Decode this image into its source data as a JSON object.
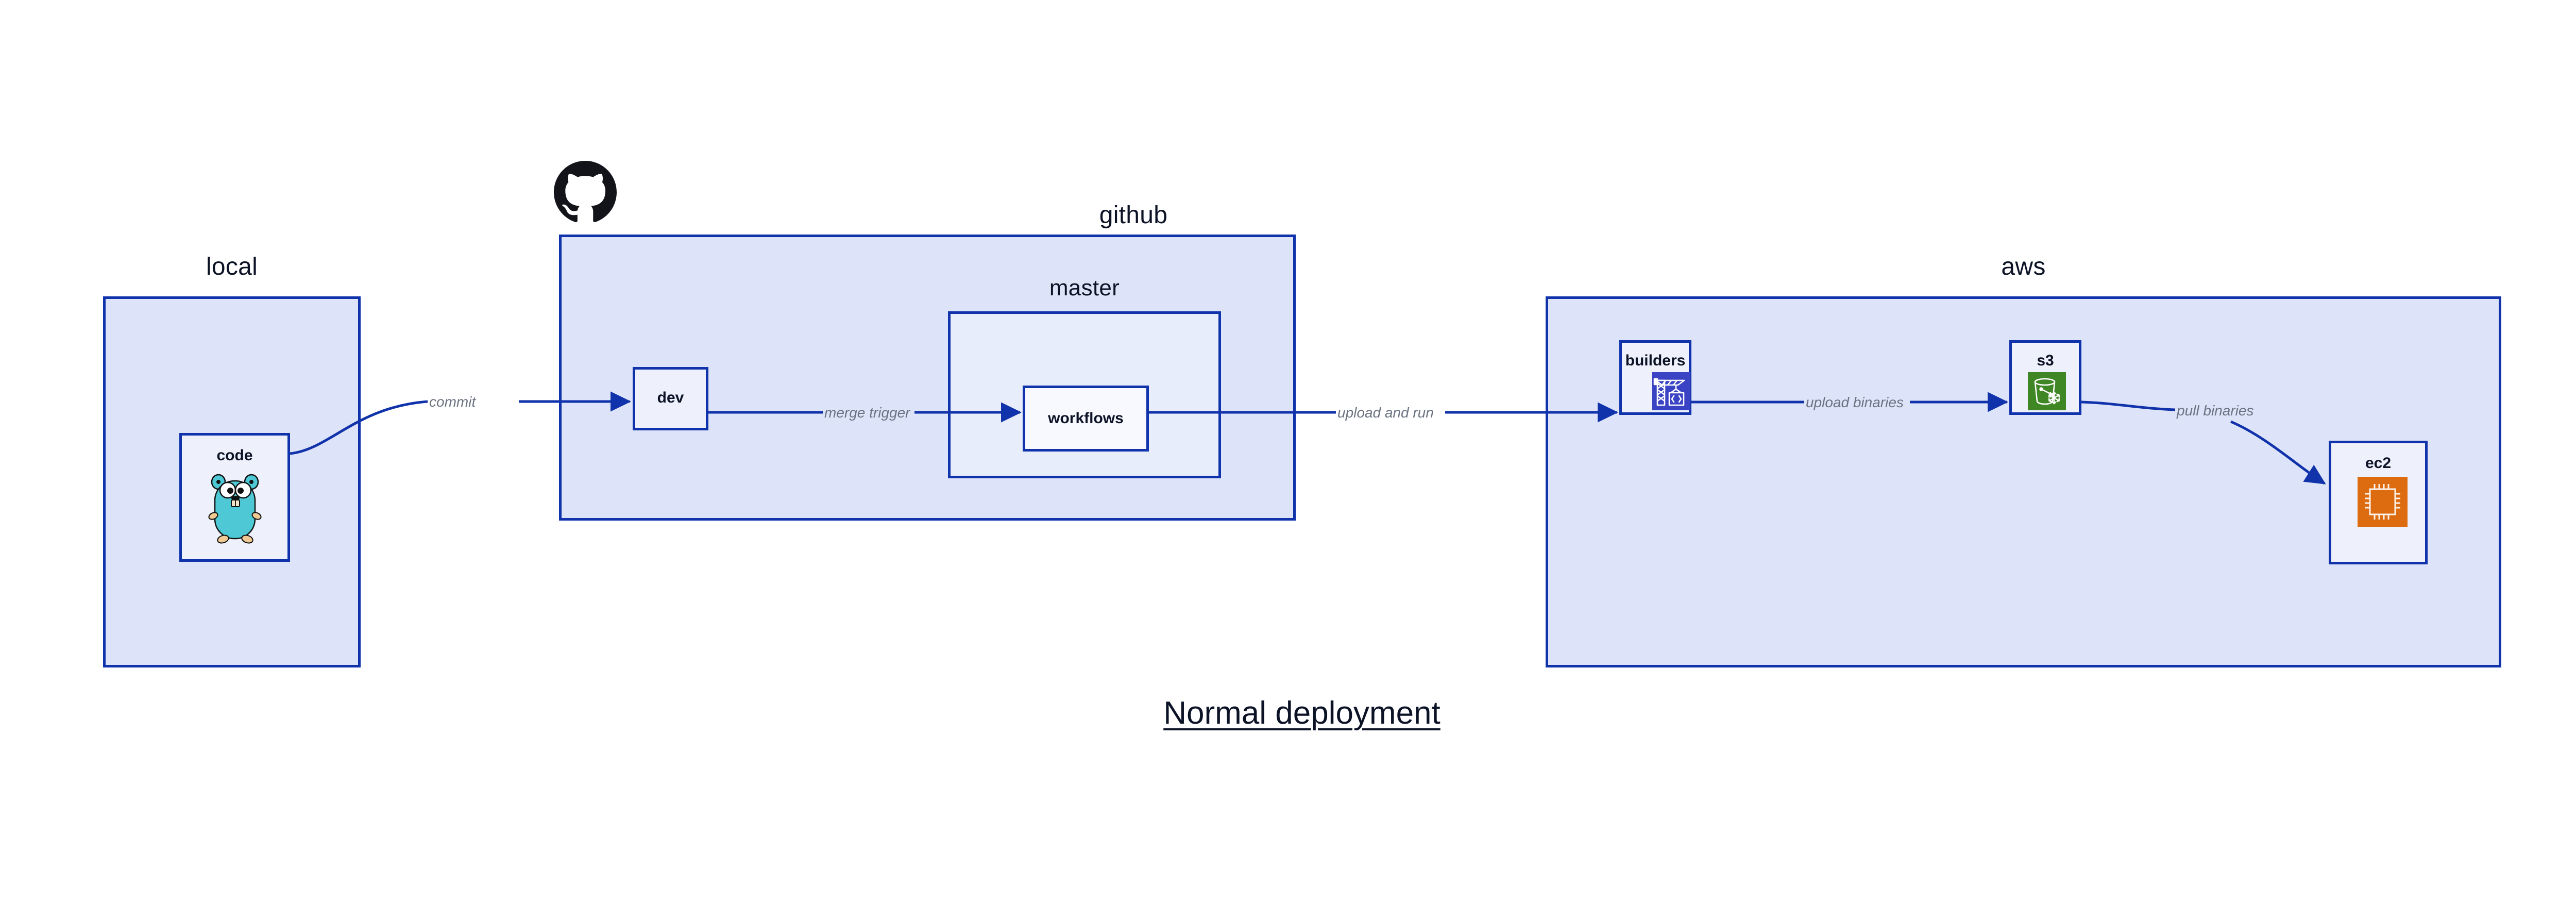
{
  "diagram": {
    "title": "Normal deployment",
    "background": "#ffffff",
    "accent_border": "#1032ab",
    "zone_fill": "#dde3f8",
    "subzone_fill": "#e8edfb",
    "node_fill": "#eef1fc",
    "label_color": "#6b7280",
    "text_color": "#0d1326"
  },
  "zones": {
    "local": {
      "label": "local"
    },
    "github": {
      "label": "github"
    },
    "master": {
      "label": "master"
    },
    "aws": {
      "label": "aws"
    }
  },
  "nodes": {
    "code": {
      "label": "code",
      "icon": "go-gopher-icon"
    },
    "dev": {
      "label": "dev",
      "icon": "none"
    },
    "workflows": {
      "label": "workflows",
      "icon": "none"
    },
    "builders": {
      "label": "builders",
      "icon": "aws-builders-crane-icon",
      "icon_color": "#3a43c4"
    },
    "s3": {
      "label": "s3",
      "icon": "aws-s3-bucket-icon",
      "icon_color": "#3f8624"
    },
    "ec2": {
      "label": "ec2",
      "icon": "aws-ec2-chip-icon",
      "icon_color": "#dd6b10"
    }
  },
  "edges": [
    {
      "id": "commit",
      "label": "commit",
      "from": "code",
      "to": "dev"
    },
    {
      "id": "merge-trigger",
      "label": "merge trigger",
      "from": "dev",
      "to": "workflows"
    },
    {
      "id": "upload-and-run",
      "label": "upload and run",
      "from": "workflows",
      "to": "builders"
    },
    {
      "id": "upload-binaries",
      "label": "upload binaries",
      "from": "builders",
      "to": "s3"
    },
    {
      "id": "pull-binaries",
      "label": "pull binaries",
      "from": "s3",
      "to": "ec2"
    }
  ],
  "logos": {
    "github": "github-octocat-icon"
  }
}
